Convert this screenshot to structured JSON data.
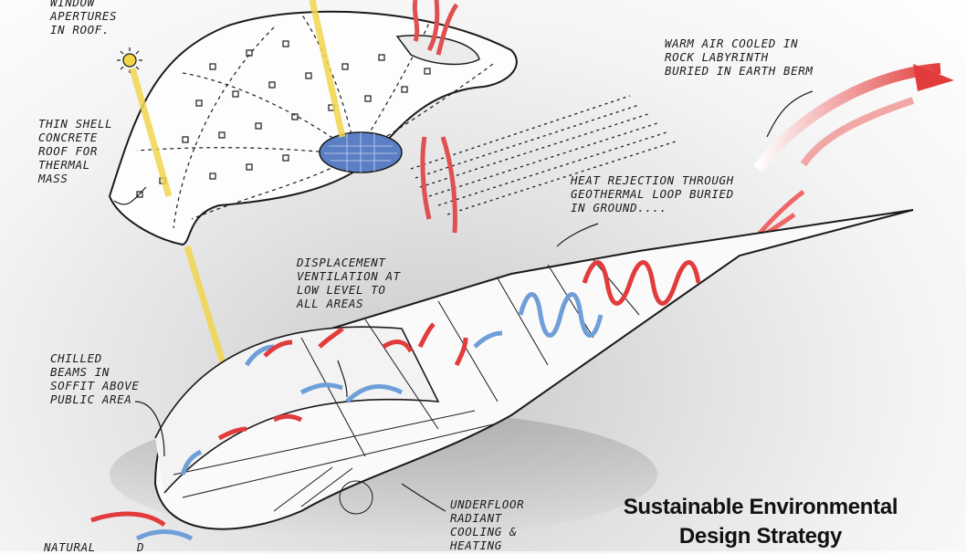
{
  "annotations": {
    "roof_apertures": "WINDOW\nAPERTURES\nIN ROOF.",
    "thin_shell": "THIN SHELL\nCONCRETE\nROOF FOR\nTHERMAL\nMASS",
    "warm_air": "WARM AIR COOLED IN\nROCK LABYRINTH\nBURIED IN EARTH BERM",
    "heat_rejection": "HEAT REJECTION THROUGH\nGEOTHERMAL LOOP BURIED\nIN GROUND....",
    "displacement": "DISPLACEMENT\nVENTILATION AT\nLOW LEVEL TO\nALL AREAS",
    "chilled_beams": "CHILLED\nBEAMS IN\nSOFFIT ABOVE\nPUBLIC AREA",
    "underfloor": "UNDERFLOOR\nRADIANT\nCOOLING &\nHEATING",
    "natural": "NATURAL",
    "cut_letter": "D"
  },
  "title": {
    "line1": "Sustainable Environmental",
    "line2": "Design Strategy"
  },
  "colors": {
    "warm_arrow": "#e23b3b",
    "cool_arrow": "#6f9fd8",
    "sun_ray": "#f2d64b",
    "ink": "#1a1a1a"
  }
}
